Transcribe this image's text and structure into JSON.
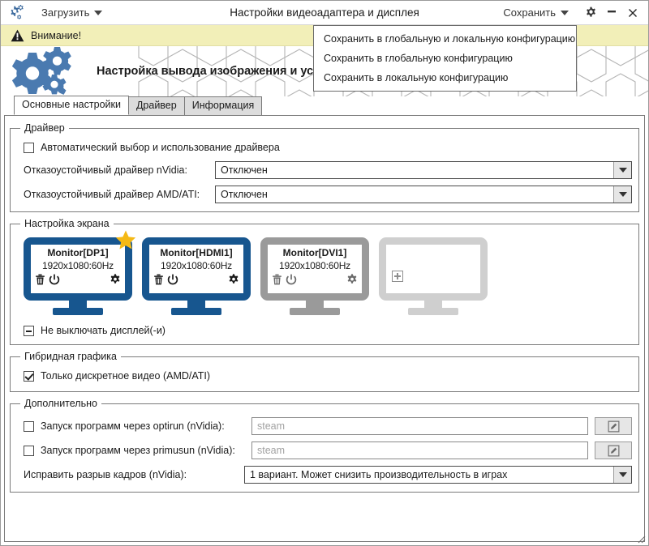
{
  "titlebar": {
    "app_icon": "gears-icon",
    "load_menu_label": "Загрузить",
    "title": "Настройки видеоадаптера и дисплея",
    "save_menu_label": "Сохранить",
    "settings_icon": "gear-icon",
    "minimize_icon": "minimize-icon",
    "close_icon": "close-icon"
  },
  "save_dropdown": {
    "items": [
      {
        "label": "Сохранить в глобальную и локальную конфигурацию"
      },
      {
        "label": "Сохранить в глобальную конфигурацию"
      },
      {
        "label": "Сохранить в локальную конфигурацию"
      }
    ]
  },
  "warning_bar": {
    "icon": "warning-triangle-icon",
    "text": "Внимание!",
    "background": "#f2efb8"
  },
  "banner": {
    "logo_icon": "gears-logo-icon",
    "title": "Настройка вывода изображения и установка драйвера видеокарты"
  },
  "tabs": [
    {
      "label": "Основные настройки",
      "active": true
    },
    {
      "label": "Драйвер",
      "active": false
    },
    {
      "label": "Информация",
      "active": false
    }
  ],
  "driver_group": {
    "legend": "Драйвер",
    "auto_checkbox": {
      "label": "Автоматический выбор и использование драйвера",
      "state": "unchecked"
    },
    "nvidia": {
      "label": "Отказоустойчивый драйвер nVidia:",
      "value": "Отключен"
    },
    "amd": {
      "label": "Отказоустойчивый драйвер AMD/ATI:",
      "value": "Отключен"
    }
  },
  "screen_group": {
    "legend": "Настройка экрана",
    "monitors": [
      {
        "name": "Monitor[DP1]",
        "mode": "1920x1080:60Hz",
        "state": "active",
        "primary": true,
        "color": "#17568f",
        "icons": [
          "trash-icon",
          "power-icon",
          "gear-icon"
        ]
      },
      {
        "name": "Monitor[HDMI1]",
        "mode": "1920x1080:60Hz",
        "state": "active",
        "primary": false,
        "color": "#17568f",
        "icons": [
          "trash-icon",
          "power-icon",
          "gear-icon"
        ]
      },
      {
        "name": "Monitor[DVI1]",
        "mode": "1920x1080:60Hz",
        "state": "disabled",
        "primary": false,
        "color": "#9a9a9a",
        "icons": [
          "trash-icon",
          "power-icon",
          "gear-icon"
        ]
      }
    ],
    "add_slot": {
      "icon": "plus-icon",
      "color": "#cfcfcf"
    },
    "keep_on_checkbox": {
      "label": "Не выключать дисплей(-и)",
      "state": "partial"
    }
  },
  "hybrid_group": {
    "legend": "Гибридная графика",
    "discrete_checkbox": {
      "label": "Только дискретное видео (AMD/ATI)",
      "state": "checked"
    }
  },
  "extra_group": {
    "legend": "Дополнительно",
    "optirun": {
      "label": "Запуск программ через optirun (nVidia):",
      "state": "unchecked",
      "placeholder": "steam",
      "edit_icon": "pencil-edit-icon"
    },
    "primusrun": {
      "label": "Запуск программ через primusun (nVidia):",
      "state": "unchecked",
      "placeholder": "steam",
      "edit_icon": "pencil-edit-icon"
    },
    "tearfix": {
      "label": "Исправить разрыв кадров (nVidia):",
      "value": "1 вариант. Может снизить производительность в играх"
    }
  }
}
